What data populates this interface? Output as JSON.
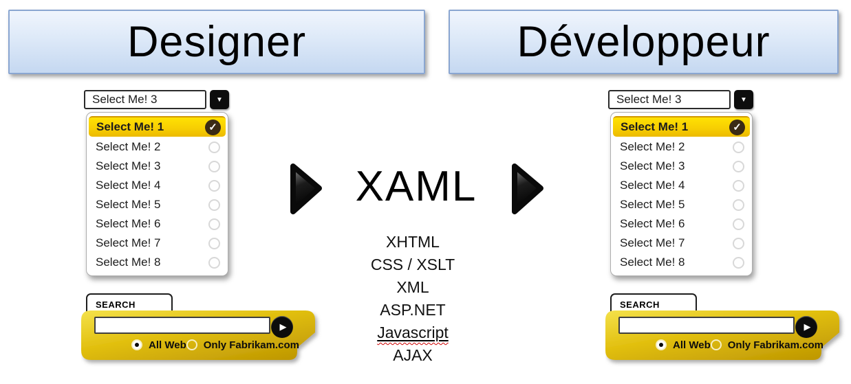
{
  "headers": {
    "left": "Designer",
    "right": "Développeur"
  },
  "center": {
    "title": "XAML",
    "tech_items": [
      {
        "label": "XHTML",
        "misspelled": false
      },
      {
        "label": "CSS / XSLT",
        "misspelled": false
      },
      {
        "label": "XML",
        "misspelled": false
      },
      {
        "label": "ASP.NET",
        "misspelled": false
      },
      {
        "label": "Javascript",
        "misspelled": true
      },
      {
        "label": "AJAX",
        "misspelled": false
      }
    ]
  },
  "dropdown": {
    "combo_value": "Select Me! 3",
    "items": [
      {
        "label": "Select Me! 1",
        "selected": true
      },
      {
        "label": "Select Me! 2",
        "selected": false
      },
      {
        "label": "Select Me! 3",
        "selected": false
      },
      {
        "label": "Select Me! 4",
        "selected": false
      },
      {
        "label": "Select Me! 5",
        "selected": false
      },
      {
        "label": "Select Me! 6",
        "selected": false
      },
      {
        "label": "Select Me! 7",
        "selected": false
      },
      {
        "label": "Select Me! 8",
        "selected": false
      }
    ]
  },
  "search": {
    "tab_label": "SEARCH",
    "input_value": "",
    "options": [
      {
        "label": "All Web",
        "selected": true
      },
      {
        "label": "Only Fabrikam.com",
        "selected": false
      }
    ]
  },
  "icons": {
    "combo_dropdown": "▼",
    "selected_check": "✓",
    "search_go": "▶"
  },
  "colors": {
    "header_blue_top": "#f0f5fd",
    "header_blue_bottom": "#c5d8f1",
    "header_border": "#8aa6d1",
    "highlight_gold_top": "#ffe103",
    "highlight_gold_bottom": "#ecba00",
    "search_gold_top": "#f4e14a",
    "search_gold_bottom": "#c09903",
    "check_circle_brown": "#3b2b15",
    "spellcheck_red": "#cc0000",
    "arrow_black": "#0a0a0a"
  }
}
